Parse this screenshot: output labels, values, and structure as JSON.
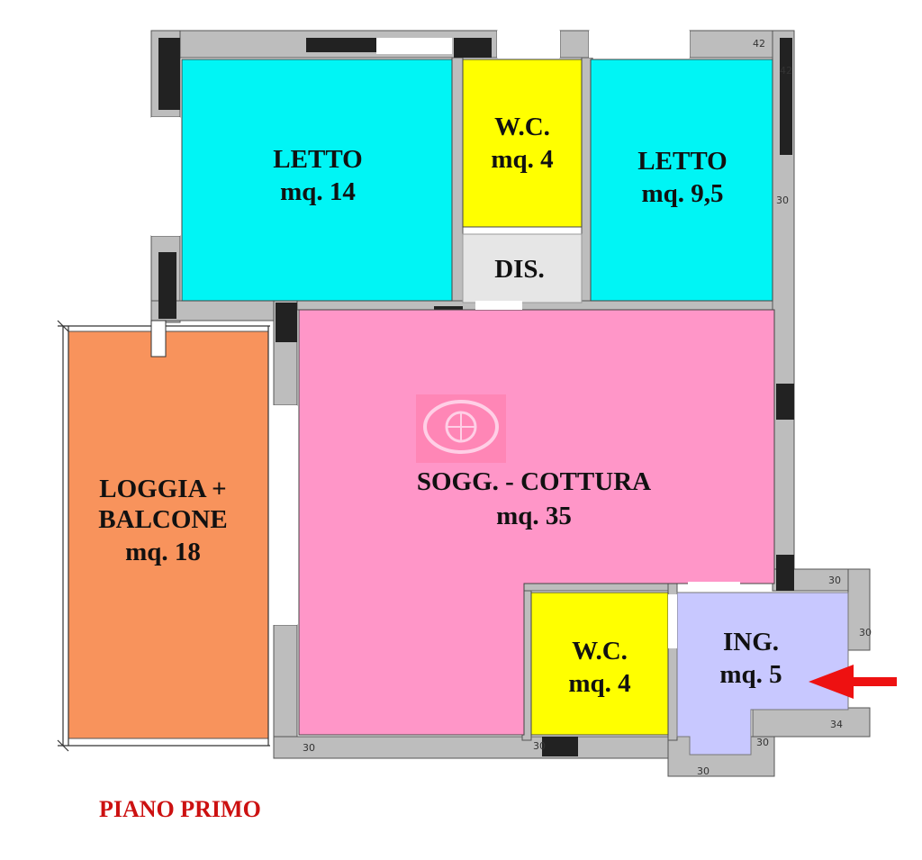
{
  "colors": {
    "bedroom": "#00f5f5",
    "wc": "#ffff00",
    "hall": "#e6e6e6",
    "living": "#ff96c8",
    "loggia": "#f8935c",
    "entrance": "#c8c8ff",
    "wall_dark": "#222222",
    "wall_light": "#bdbdbd",
    "title": "#cc1111",
    "arrow": "#ee1111"
  },
  "rooms": {
    "bedroom_left": {
      "name": "LETTO",
      "area": "mq. 14"
    },
    "wc_top": {
      "name": "W.C.",
      "area": "mq. 4"
    },
    "bedroom_right": {
      "name": "LETTO",
      "area": "mq. 9,5"
    },
    "hallway": {
      "name": "DIS."
    },
    "living": {
      "name": "SOGG. - COTTURA",
      "area": "mq. 35"
    },
    "loggia": {
      "name_line1": "LOGGIA +",
      "name_line2": "BALCONE",
      "area": "mq. 18"
    },
    "wc_bottom": {
      "name": "W.C.",
      "area": "mq. 4"
    },
    "entrance": {
      "name": "ING.",
      "area": "mq. 5"
    }
  },
  "dimensions": {
    "d1": "42",
    "d2": "42",
    "d3": "30",
    "d4": "30",
    "d5": "30",
    "d6": "34",
    "d7": "30",
    "d8": "30",
    "d9": "30",
    "d10": "30"
  },
  "plan_title": "PIANO PRIMO",
  "icons": {
    "watermark": "globe-logo-icon",
    "entrance_arrow": "arrow-left-icon"
  }
}
